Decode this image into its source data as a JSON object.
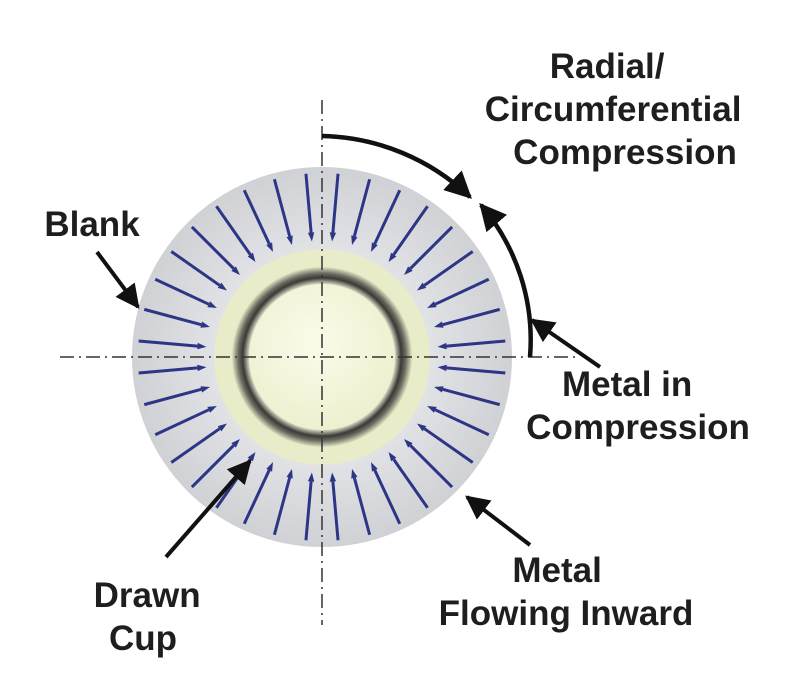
{
  "labels": {
    "title": [
      "Radial/",
      "Circumferential",
      "Compression"
    ],
    "blank": [
      "Blank"
    ],
    "metal_in_compression": [
      "Metal in",
      "Compression"
    ],
    "metal_flowing_inward": [
      "Metal",
      "Flowing Inward"
    ],
    "drawn_cup": [
      "Drawn",
      "Cup"
    ]
  },
  "diagram": {
    "flow_arrow_count": 36,
    "colors": {
      "blank_ring": "#d2d4d8",
      "cup_face": "#f4f5dc",
      "cup_rim": "#e7ebc8",
      "flow_arrows": "#2d3585",
      "leaders": "#111111",
      "centerlines": "#333333"
    }
  }
}
